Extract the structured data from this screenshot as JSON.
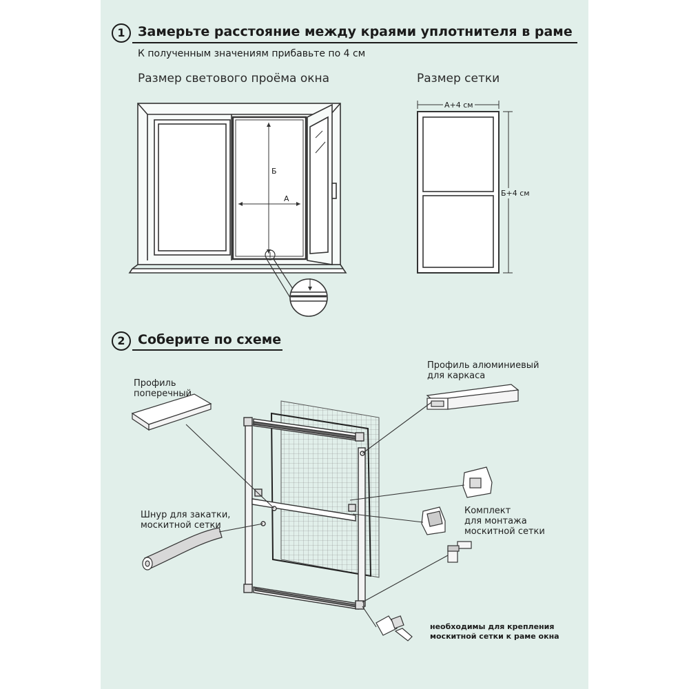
{
  "step1": {
    "number": "1",
    "title": "Замерьте расстояние между краями уплотнителя в раме",
    "subtitle": "К полученным значениям прибавьте по 4 см",
    "caption_window": "Размер светового проёма окна",
    "caption_net": "Размер сетки",
    "label_b": "Б",
    "label_a": "А",
    "label_width": "А+4 см",
    "label_height": "Б+4 см"
  },
  "step2": {
    "number": "2",
    "title": "Соберите по схеме",
    "profile_cross": [
      "Профиль",
      "поперечный"
    ],
    "profile_alu": [
      "Профиль алюминиевый",
      "для каркаса"
    ],
    "cord": [
      "Шнур для закатки,",
      "москитной сетки"
    ],
    "kit": [
      "Комплект",
      "для монтажа",
      "москитной сетки"
    ],
    "note": [
      "необходимы для крепления",
      "москитной сетки к раме окна"
    ]
  },
  "icons": [
    "window-icon",
    "mosquito-net-icon",
    "frame-assembly-icon",
    "profile-icon",
    "cord-icon",
    "bracket-icon",
    "corner-icon",
    "clip-icon"
  ]
}
